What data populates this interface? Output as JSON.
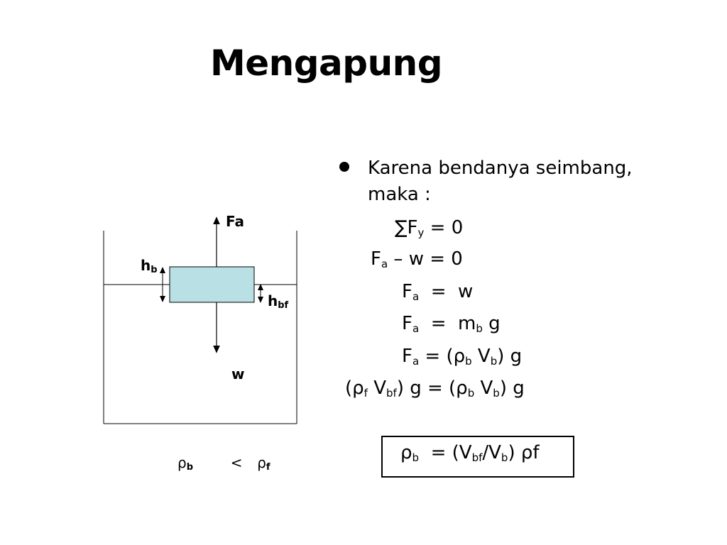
{
  "slide": {
    "title": "Mengapung",
    "bullet_line1": "Karena bendanya seimbang,",
    "bullet_line2": "maka :"
  },
  "equations": {
    "e1": {
      "sigma": "∑",
      "f": "F",
      "sub": "y",
      "rest": " = 0"
    },
    "e2": {
      "f": "F",
      "sub": "a",
      "rest": " – w = 0"
    },
    "e3": {
      "f": "F",
      "sub": "a",
      "rest": "  =  w"
    },
    "e4": {
      "f": "F",
      "sub": "a",
      "mid": "  =  m",
      "sub2": "b",
      "rest": " g"
    },
    "e5": {
      "f": "F",
      "sub": "a",
      "mid": " = (ρ",
      "sub2": "b",
      "mid2": " V",
      "sub3": "b",
      "rest": ") g"
    },
    "e6": {
      "open": "(ρ",
      "sub": "f",
      "mid": " V",
      "sub2": "bf",
      "mid2": ") g = (ρ",
      "sub3": "b",
      "mid3": " V",
      "sub4": "b",
      "rest": ") g"
    },
    "boxed": {
      "rho": "ρ",
      "sub": "b",
      "mid": "  = (V",
      "sub2": "bf",
      "slash": "/V",
      "sub3": "b",
      "mid2": ") ",
      "rho2": "ρ",
      "rest": "f"
    }
  },
  "diagram": {
    "label_fa": "Fa",
    "label_w": "w",
    "label_hb": {
      "h": "h",
      "sub": "b"
    },
    "label_hbf": {
      "h": "h",
      "sub": "bf"
    },
    "compare": {
      "rho_b": "ρ",
      "sub_b": "b",
      "lt": "<",
      "rho_f": "ρ",
      "sub_f": "f"
    },
    "object_color": "#b9e0e4"
  }
}
